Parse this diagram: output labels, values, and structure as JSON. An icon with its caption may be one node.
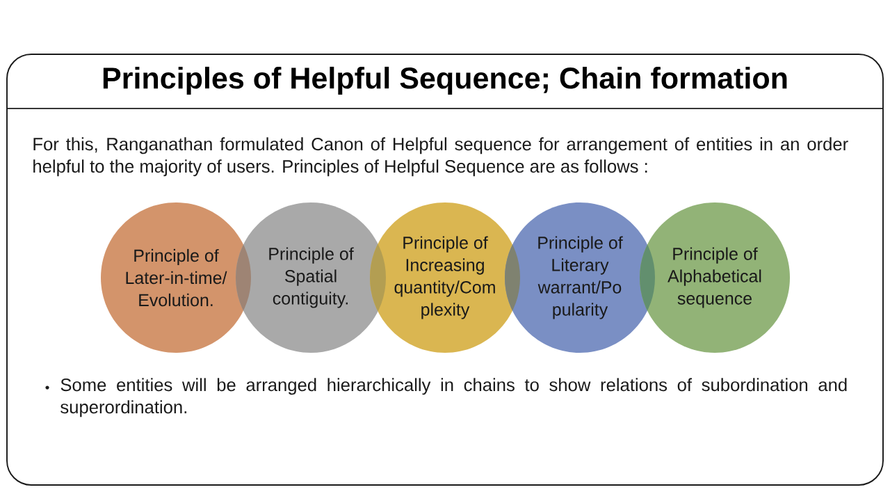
{
  "diagram": {
    "title": "Principles of Helpful Sequence; Chain formation",
    "nodes": [
      {
        "text": [
          "Principle of Later-in-time/ Evolution."
        ]
      },
      {
        "text": [
          "Principle of Spatial contiguity."
        ]
      },
      {
        "text": [
          "Principle of Increasing quantity/Com plexity"
        ]
      },
      {
        "text": [
          "Principle of Literary warrant/Po pularity"
        ]
      },
      {
        "text": [
          "Principle of Alphabetical sequence"
        ]
      }
    ],
    "labels": [
      "For this, Ranganathan formulated Canon of Helpful sequence for arrangement of entities in an order helpful to the majority of users. Principles of Helpful Sequence are as follows :",
      "Some entities will be arranged hierarchically in chains to show relations of subordination and superordination."
    ]
  }
}
